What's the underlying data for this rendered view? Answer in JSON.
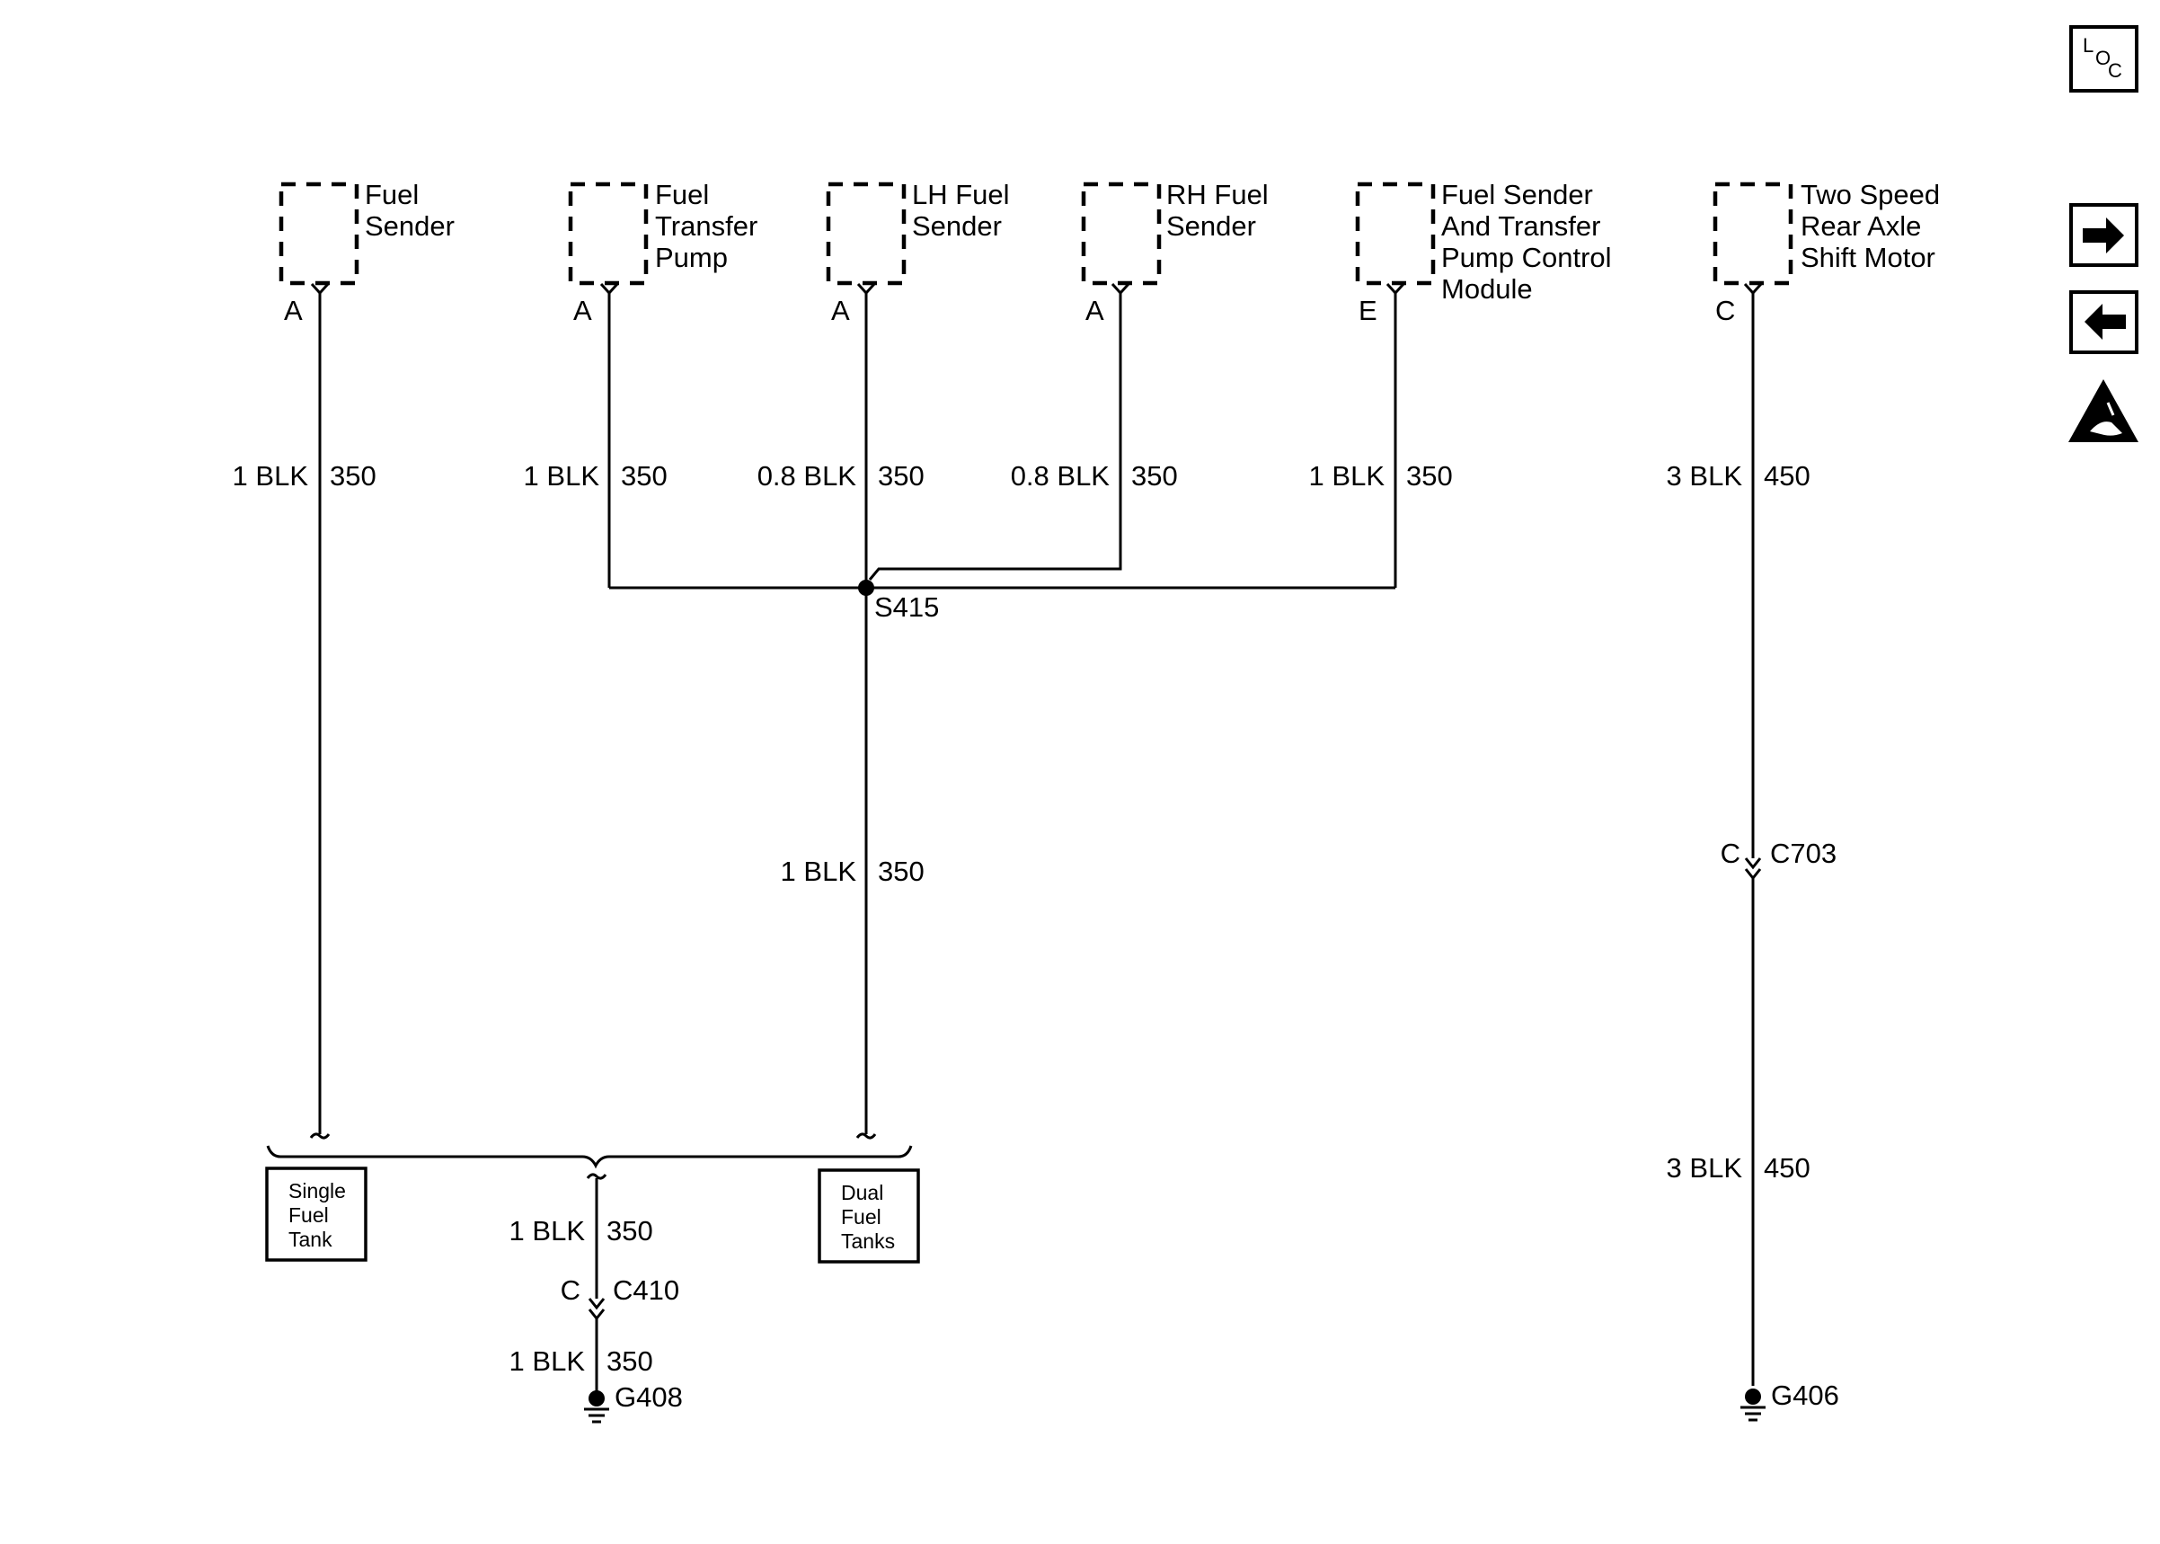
{
  "components": {
    "fuel_sender": {
      "line1": "Fuel",
      "line2": "Sender",
      "pin": "A"
    },
    "fuel_transfer_pump": {
      "line1": "Fuel",
      "line2": "Transfer",
      "line3": "Pump",
      "pin": "A"
    },
    "lh_fuel_sender": {
      "line1": "LH Fuel",
      "line2": "Sender",
      "pin": "A"
    },
    "rh_fuel_sender": {
      "line1": "RH Fuel",
      "line2": "Sender",
      "pin": "A"
    },
    "control_module": {
      "line1": "Fuel Sender",
      "line2": "And Transfer",
      "line3": "Pump Control",
      "line4": "Module",
      "pin": "E"
    },
    "shift_motor": {
      "line1": "Two Speed",
      "line2": "Rear Axle",
      "line3": "Shift Motor",
      "pin": "C"
    }
  },
  "wires": {
    "w1": {
      "color": "1 BLK",
      "circuit": "350"
    },
    "w2": {
      "color": "1 BLK",
      "circuit": "350"
    },
    "w3": {
      "color": "0.8 BLK",
      "circuit": "350"
    },
    "w4": {
      "color": "0.8 BLK",
      "circuit": "350"
    },
    "w5": {
      "color": "1 BLK",
      "circuit": "350"
    },
    "w6": {
      "color": "3 BLK",
      "circuit": "450"
    },
    "w7": {
      "color": "1 BLK",
      "circuit": "350"
    },
    "w8": {
      "color": "3 BLK",
      "circuit": "450"
    },
    "w9": {
      "color": "1 BLK",
      "circuit": "350"
    },
    "w10": {
      "color": "1 BLK",
      "circuit": "350"
    }
  },
  "splice": {
    "name": "S415"
  },
  "connectors": {
    "c703": {
      "pin": "C",
      "name": "C703"
    },
    "c410": {
      "pin": "C",
      "name": "C410"
    }
  },
  "grounds": {
    "g408": {
      "name": "G408"
    },
    "g406": {
      "name": "G406"
    }
  },
  "options": {
    "single": {
      "line1": "Single",
      "line2": "Fuel",
      "line3": "Tank"
    },
    "dual": {
      "line1": "Dual",
      "line2": "Fuel",
      "line3": "Tanks"
    }
  },
  "nav": {
    "loc_l": "L",
    "loc_o": "O",
    "loc_c": "C",
    "next_icon": "arrow-right-icon",
    "prev_icon": "arrow-left-icon",
    "esd_icon": "esd-warning-icon"
  }
}
